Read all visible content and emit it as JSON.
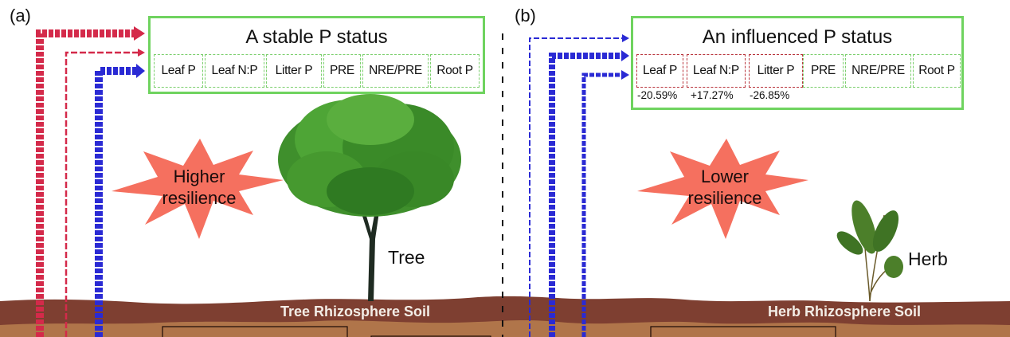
{
  "panels": [
    {
      "label": "(a)",
      "status_title": "A stable P status",
      "indicators": [
        {
          "name": "Leaf P",
          "state": "stable",
          "change": ""
        },
        {
          "name": "Leaf N:P",
          "state": "stable",
          "change": ""
        },
        {
          "name": "Litter P",
          "state": "stable",
          "change": ""
        },
        {
          "name": "PRE",
          "state": "stable",
          "change": ""
        },
        {
          "name": "NRE/PRE",
          "state": "stable",
          "change": ""
        },
        {
          "name": "Root P",
          "state": "stable",
          "change": ""
        }
      ],
      "resilience": {
        "line1": "Higher",
        "line2": "resilience"
      },
      "plant": "Tree",
      "soil": "Tree Rhizosphere Soil",
      "arrow_color": "#d42a4a"
    },
    {
      "label": "(b)",
      "status_title": "An influenced P status",
      "indicators": [
        {
          "name": "Leaf P",
          "state": "changed",
          "change": "-20.59%"
        },
        {
          "name": "Leaf N:P",
          "state": "changed",
          "change": "+17.27%"
        },
        {
          "name": "Litter P",
          "state": "changed",
          "change": "-26.85%"
        },
        {
          "name": "PRE",
          "state": "stable",
          "change": ""
        },
        {
          "name": "NRE/PRE",
          "state": "stable",
          "change": ""
        },
        {
          "name": "Root P",
          "state": "stable",
          "change": ""
        }
      ],
      "resilience": {
        "line1": "Lower",
        "line2": "resilience"
      },
      "plant": "Herb",
      "soil": "Herb Rhizosphere Soil",
      "arrow_color": "#2a2ad4"
    }
  ],
  "colors": {
    "box_border": "#6fd35f",
    "changed_border": "#b8323a",
    "burst_fill": "#f5705f",
    "soil_top": "#7e3f31",
    "soil_bottom": "#b0754a",
    "red_arrow": "#d42a4a",
    "blue_arrow": "#2a2ad4"
  }
}
